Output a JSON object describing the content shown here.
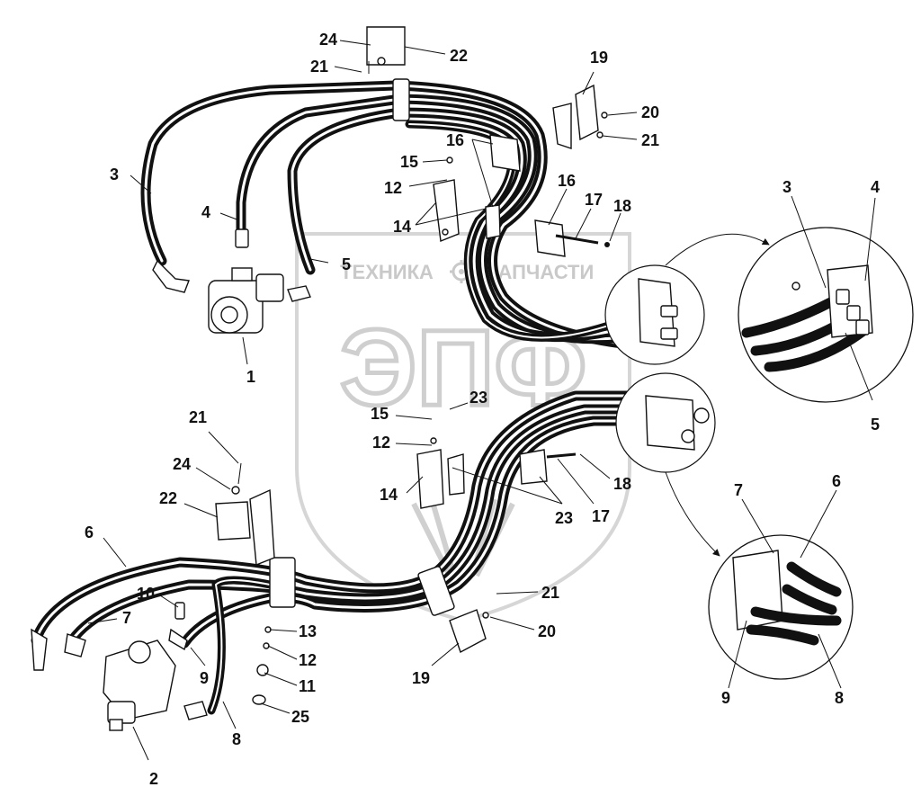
{
  "watermark": {
    "brand_left": "ТЕХНИКА",
    "brand_right": "ЗАПЧАСТИ",
    "monogram": "ЭПФ"
  },
  "callouts": {
    "top": {
      "c24": "24",
      "c21a": "21",
      "c22": "22",
      "c19": "19",
      "c20": "20",
      "c21b": "21",
      "c3": "3",
      "c4": "4",
      "c5": "5",
      "c16a": "16",
      "c16b": "16",
      "c15": "15",
      "c12": "12",
      "c14": "14",
      "c17": "17",
      "c18": "18",
      "c1": "1"
    },
    "detail_top": {
      "c3": "3",
      "c4": "4",
      "c5": "5"
    },
    "bottom": {
      "c21a": "21",
      "c24": "24",
      "c22": "22",
      "c6": "6",
      "c10": "10",
      "c7": "7",
      "c9": "9",
      "c13": "13",
      "c12b": "12",
      "c11": "11",
      "c25": "25",
      "c8": "8",
      "c2": "2",
      "c15": "15",
      "c23a": "23",
      "c12": "12",
      "c14": "14",
      "c23b": "23",
      "c17": "17",
      "c18": "18",
      "c21b": "21",
      "c20": "20",
      "c19": "19"
    },
    "detail_bottom": {
      "c7": "7",
      "c6": "6",
      "c9": "9",
      "c8": "8"
    }
  },
  "colors": {
    "line": "#111111",
    "watermark": "#cfcfcf",
    "background": "#ffffff"
  },
  "icons": [
    "hydraulic-pump",
    "hydraulic-motor",
    "hose-clamp",
    "bracket",
    "gear-icon"
  ]
}
